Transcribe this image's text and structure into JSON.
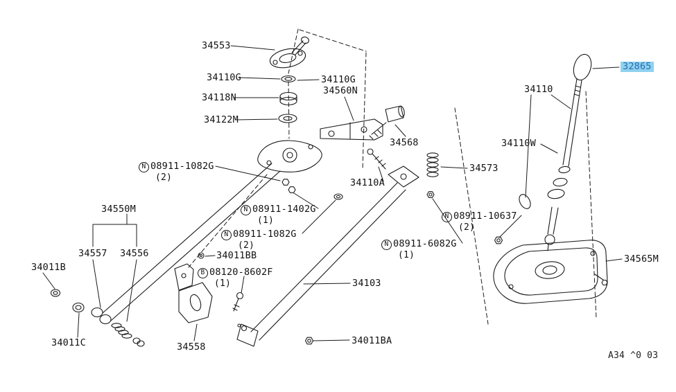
{
  "diagram": {
    "footer_code": "A34 ^0 03",
    "prefixes": {
      "n": "N",
      "b": "B"
    },
    "quantities": {
      "q1": "(1)",
      "q2": "(2)"
    },
    "colors": {
      "line": "#1a1a1a",
      "highlight_bg": "#8fd2ef",
      "highlight_text": "#2a6cb3"
    },
    "parts": {
      "p34553": "34553",
      "p34110g_a": "34110G",
      "p34110g_b": "34110G",
      "p34560n": "34560N",
      "p34118n": "34118N",
      "p34122m": "34122M",
      "p34568": "34568",
      "n08911_1082g_a": "08911-1082G",
      "p34573": "34573",
      "p34110a": "34110A",
      "p34110": "34110",
      "p34110w": "34110W",
      "p32865": "32865",
      "p34550m": "34550M",
      "n08911_1402g": "08911-1402G",
      "n08911_1082g_b": "08911-1082G",
      "n08911_6082g": "08911-6082G",
      "n08911_10637": "08911-10637",
      "p34557": "34557",
      "p34556": "34556",
      "p34011b": "34011B",
      "p34011bb": "34011BB",
      "b08120_8602f": "08120-8602F",
      "p34103": "34103",
      "p34565m": "34565M",
      "p34011c": "34011C",
      "p34558": "34558",
      "p34011ba": "34011BA"
    }
  }
}
